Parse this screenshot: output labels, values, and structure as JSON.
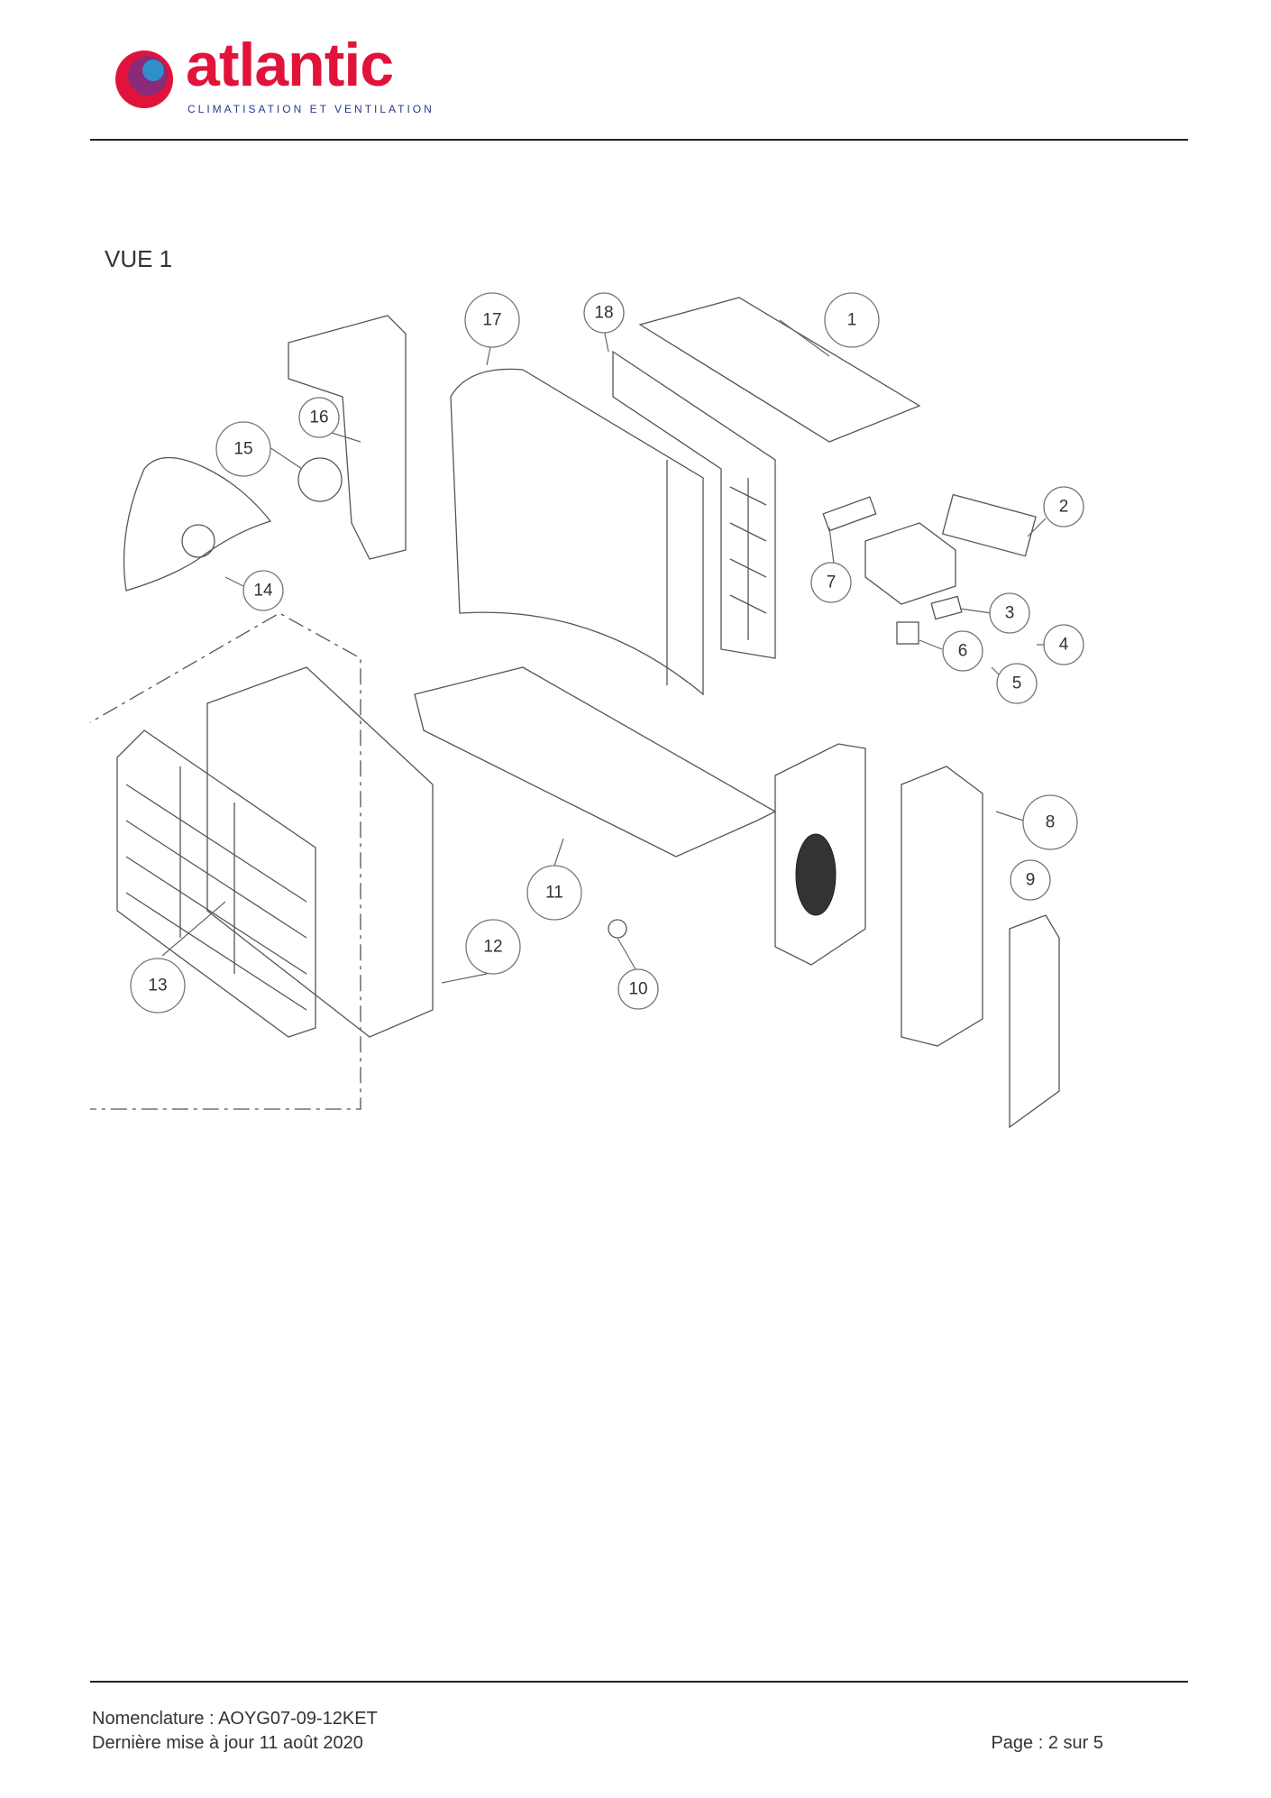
{
  "header": {
    "logo_text": "atlantic",
    "logo_tagline": "CLIMATISATION ET VENTILATION"
  },
  "view_title": "VUE 1",
  "diagram": {
    "callouts": [
      "1",
      "2",
      "3",
      "4",
      "5",
      "6",
      "7",
      "8",
      "9",
      "10",
      "11",
      "12",
      "13",
      "14",
      "15",
      "16",
      "17",
      "18"
    ]
  },
  "footer": {
    "nomenclature": "Nomenclature : AOYG07-09-12KET",
    "updated": "Dernière mise à jour 11 août 2020",
    "page": "Page : 2 sur 5"
  },
  "colors": {
    "brand_red": "#e2133a",
    "brand_blue": "#2a3a8c",
    "logo_purple": "#8a2a7a"
  }
}
